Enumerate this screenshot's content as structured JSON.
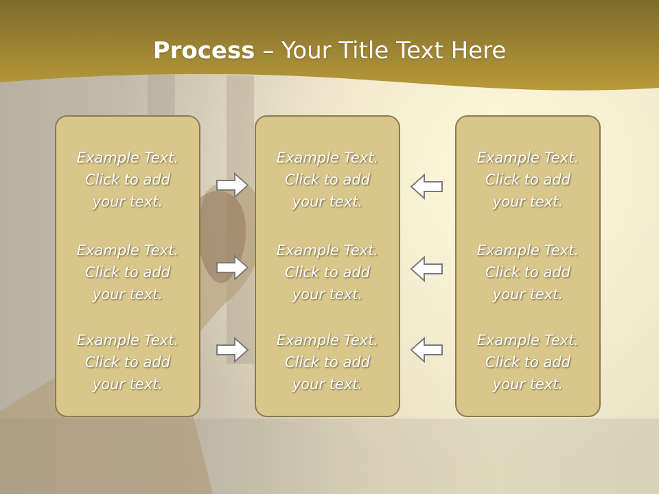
{
  "title": {
    "bold": "Process",
    "rest": " – Your Title Text Here"
  },
  "columns": [
    {
      "items": [
        "Example Text.\nClick  to add\nyour text.",
        "Example Text.\nClick  to add\nyour text.",
        "Example Text.\nClick  to add\nyour text."
      ]
    },
    {
      "items": [
        "Example Text.\nClick  to add\nyour text.",
        "Example Text.\nClick  to add\nyour text.",
        "Example Text.\nClick  to add\nyour text."
      ]
    },
    {
      "items": [
        "Example Text.\nClick  to add\nyour text.",
        "Example Text.\nClick  to add\nyour text.",
        "Example Text.\nClick  to add\nyour text."
      ]
    }
  ],
  "arrows": {
    "left_group": [
      "right-arrow-icon",
      "right-arrow-icon",
      "right-arrow-icon"
    ],
    "right_group": [
      "left-arrow-icon",
      "left-arrow-icon",
      "left-arrow-icon"
    ]
  },
  "colors": {
    "header_gold": "#b99a39",
    "box_fill": "#d8c68a",
    "box_border": "#8a7a4f",
    "text": "#ffffff",
    "arrow_fill": "#ffffff",
    "arrow_stroke": "#7a7a7a"
  }
}
